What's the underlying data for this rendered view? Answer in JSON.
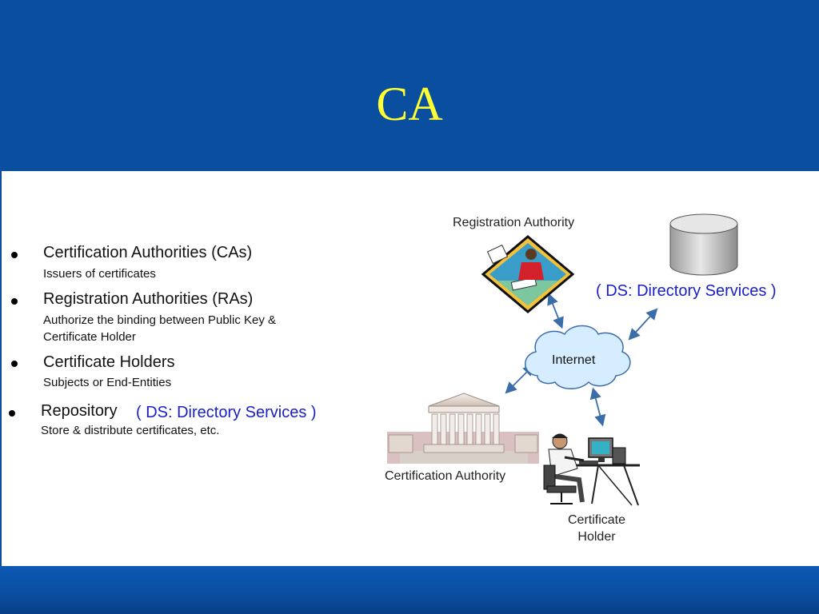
{
  "slide": {
    "title": "CA"
  },
  "list": {
    "items": [
      {
        "heading": "Certification Authorities (CAs)",
        "lines": [
          "Issuers of certificates"
        ]
      },
      {
        "heading": "Registration Authorities (RAs)",
        "lines": [
          "Authorize the binding between Public Key &",
          "Certificate Holder"
        ]
      },
      {
        "heading": "Certificate Holders",
        "lines": [
          "Subjects or End-Entities"
        ]
      },
      {
        "heading": "Repository",
        "note": "( DS:  Directory Services )",
        "lines": [
          "Store & distribute certificates, etc."
        ]
      }
    ]
  },
  "diagram": {
    "registration_authority": "Registration Authority",
    "internet": "Internet",
    "directory_services": "( DS:  Directory Services )",
    "certification_authority": "Certification Authority",
    "certificate_holder_line1": "Certificate",
    "certificate_holder_line2": "Holder"
  },
  "colors": {
    "header_bg": "#0a4ea0",
    "title": "#ffff33",
    "accent_blue_text": "#1a20c8",
    "arrow": "#3b6ea8",
    "cloud_fill": "#d6ecff"
  }
}
